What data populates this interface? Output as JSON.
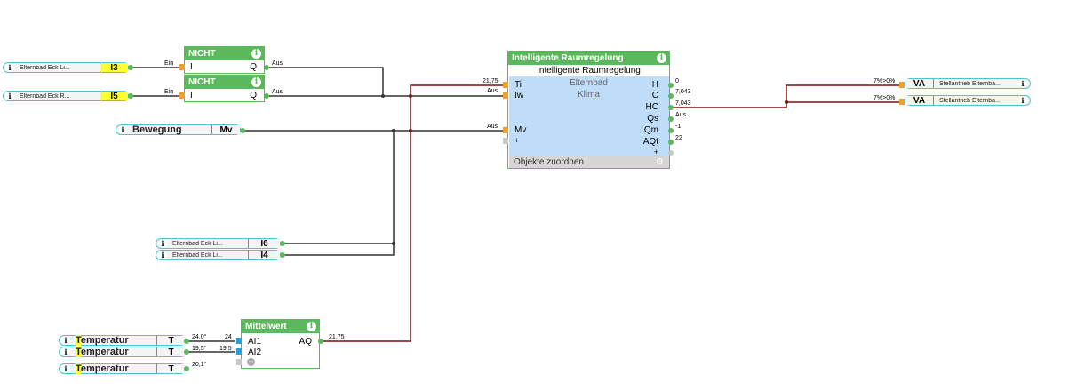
{
  "inputs": {
    "i3": {
      "name": "Elternbad Eck Li...",
      "id": "I3"
    },
    "i5": {
      "name": "Elternbad Eck R...",
      "id": "I5"
    },
    "mv": {
      "name": "Bewegung",
      "id": "Mv"
    },
    "i6": {
      "name": "Elternbad Eck Li...",
      "id": "I6"
    },
    "i4": {
      "name": "Elternbad Eck Li...",
      "id": "I4"
    },
    "temps": [
      {
        "prefix": "T",
        "rest": "emperatur",
        "id": "T",
        "value": "24,0°"
      },
      {
        "prefix": "T",
        "rest": "emperatur",
        "id": "T",
        "value": "19,5°"
      },
      {
        "prefix": "T",
        "rest": "emperatur",
        "id": "T",
        "value": "20,1°"
      }
    ]
  },
  "nicht": [
    {
      "title": "NICHT",
      "in": "I",
      "out": "Q",
      "in_val": "Ein",
      "out_val": "Aus"
    },
    {
      "title": "NICHT",
      "in": "I",
      "out": "Q",
      "in_val": "Ein",
      "out_val": "Aus"
    }
  ],
  "regler": {
    "title": "Intelligente Raumregelung",
    "subtitle": "Intelligente Raumregelung",
    "room": "Elternbad",
    "cat": "Klima",
    "inputs": {
      "ti": "Ti",
      "iw": "Iw",
      "mv": "Mv",
      "plus": "+"
    },
    "input_vals": {
      "ti": "21,75",
      "iw": "Aus",
      "mv": "Aus"
    },
    "outputs": [
      {
        "label": "H",
        "val": "0"
      },
      {
        "label": "C",
        "val": "7,043"
      },
      {
        "label": "HC",
        "val": "7,043"
      },
      {
        "label": "Qs",
        "val": "Aus"
      },
      {
        "label": "Qm",
        "val": "-1"
      },
      {
        "label": "AQt",
        "val": "22"
      },
      {
        "label": "+",
        "val": ""
      }
    ],
    "footer": "Objekte zuordnen"
  },
  "mittelwert": {
    "title": "Mittelwert",
    "ai1": "AI1",
    "ai2": "AI2",
    "aq": "AQ",
    "ai1_val": "24",
    "ai2_val": "19,5",
    "aq_val": "21,75"
  },
  "outputs": [
    {
      "tag": "VA",
      "name": "Stellantrieb Elternba...",
      "val": "7%>0%"
    },
    {
      "tag": "VA",
      "name": "Stellantrieb Elternba...",
      "val": "7%>0%"
    }
  ],
  "icons": {
    "info": "i",
    "plus": "+",
    "gear": "⚙"
  },
  "colors": {
    "block_header": "#5cb85c",
    "wire_analog": "#7a1010",
    "wire_digital": "#333333",
    "highlight": "#ffff33"
  }
}
